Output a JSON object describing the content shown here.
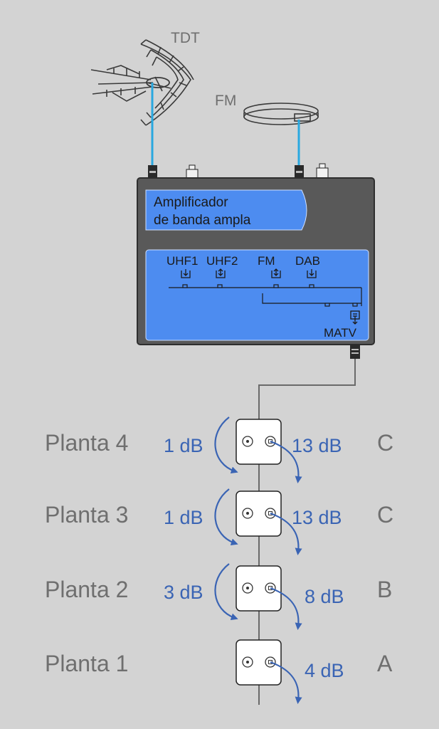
{
  "antennas": {
    "tdt_label": "TDT",
    "fm_label": "FM"
  },
  "amplifier": {
    "title_line1": "Amplificador",
    "title_line2": "de banda ampla",
    "inputs": [
      "UHF1",
      "UHF2",
      "FM",
      "DAB"
    ],
    "output_label": "MATV"
  },
  "floors": [
    {
      "name": "Planta 4",
      "in_loss": "1 dB",
      "out_level": "13 dB",
      "class": "C"
    },
    {
      "name": "Planta 3",
      "in_loss": "1 dB",
      "out_level": "13 dB",
      "class": "C"
    },
    {
      "name": "Planta 2",
      "in_loss": "3 dB",
      "out_level": "8 dB",
      "class": "B"
    },
    {
      "name": "Planta 1",
      "in_loss": "",
      "out_level": "4 dB",
      "class": "A"
    }
  ],
  "colors": {
    "background": "#d3d3d3",
    "amp_body": "#595959",
    "amp_panel": "#4d8cf0",
    "cable": "#29a8e0",
    "arrow": "#3a64b4",
    "text_grey": "#6f6f6f"
  }
}
